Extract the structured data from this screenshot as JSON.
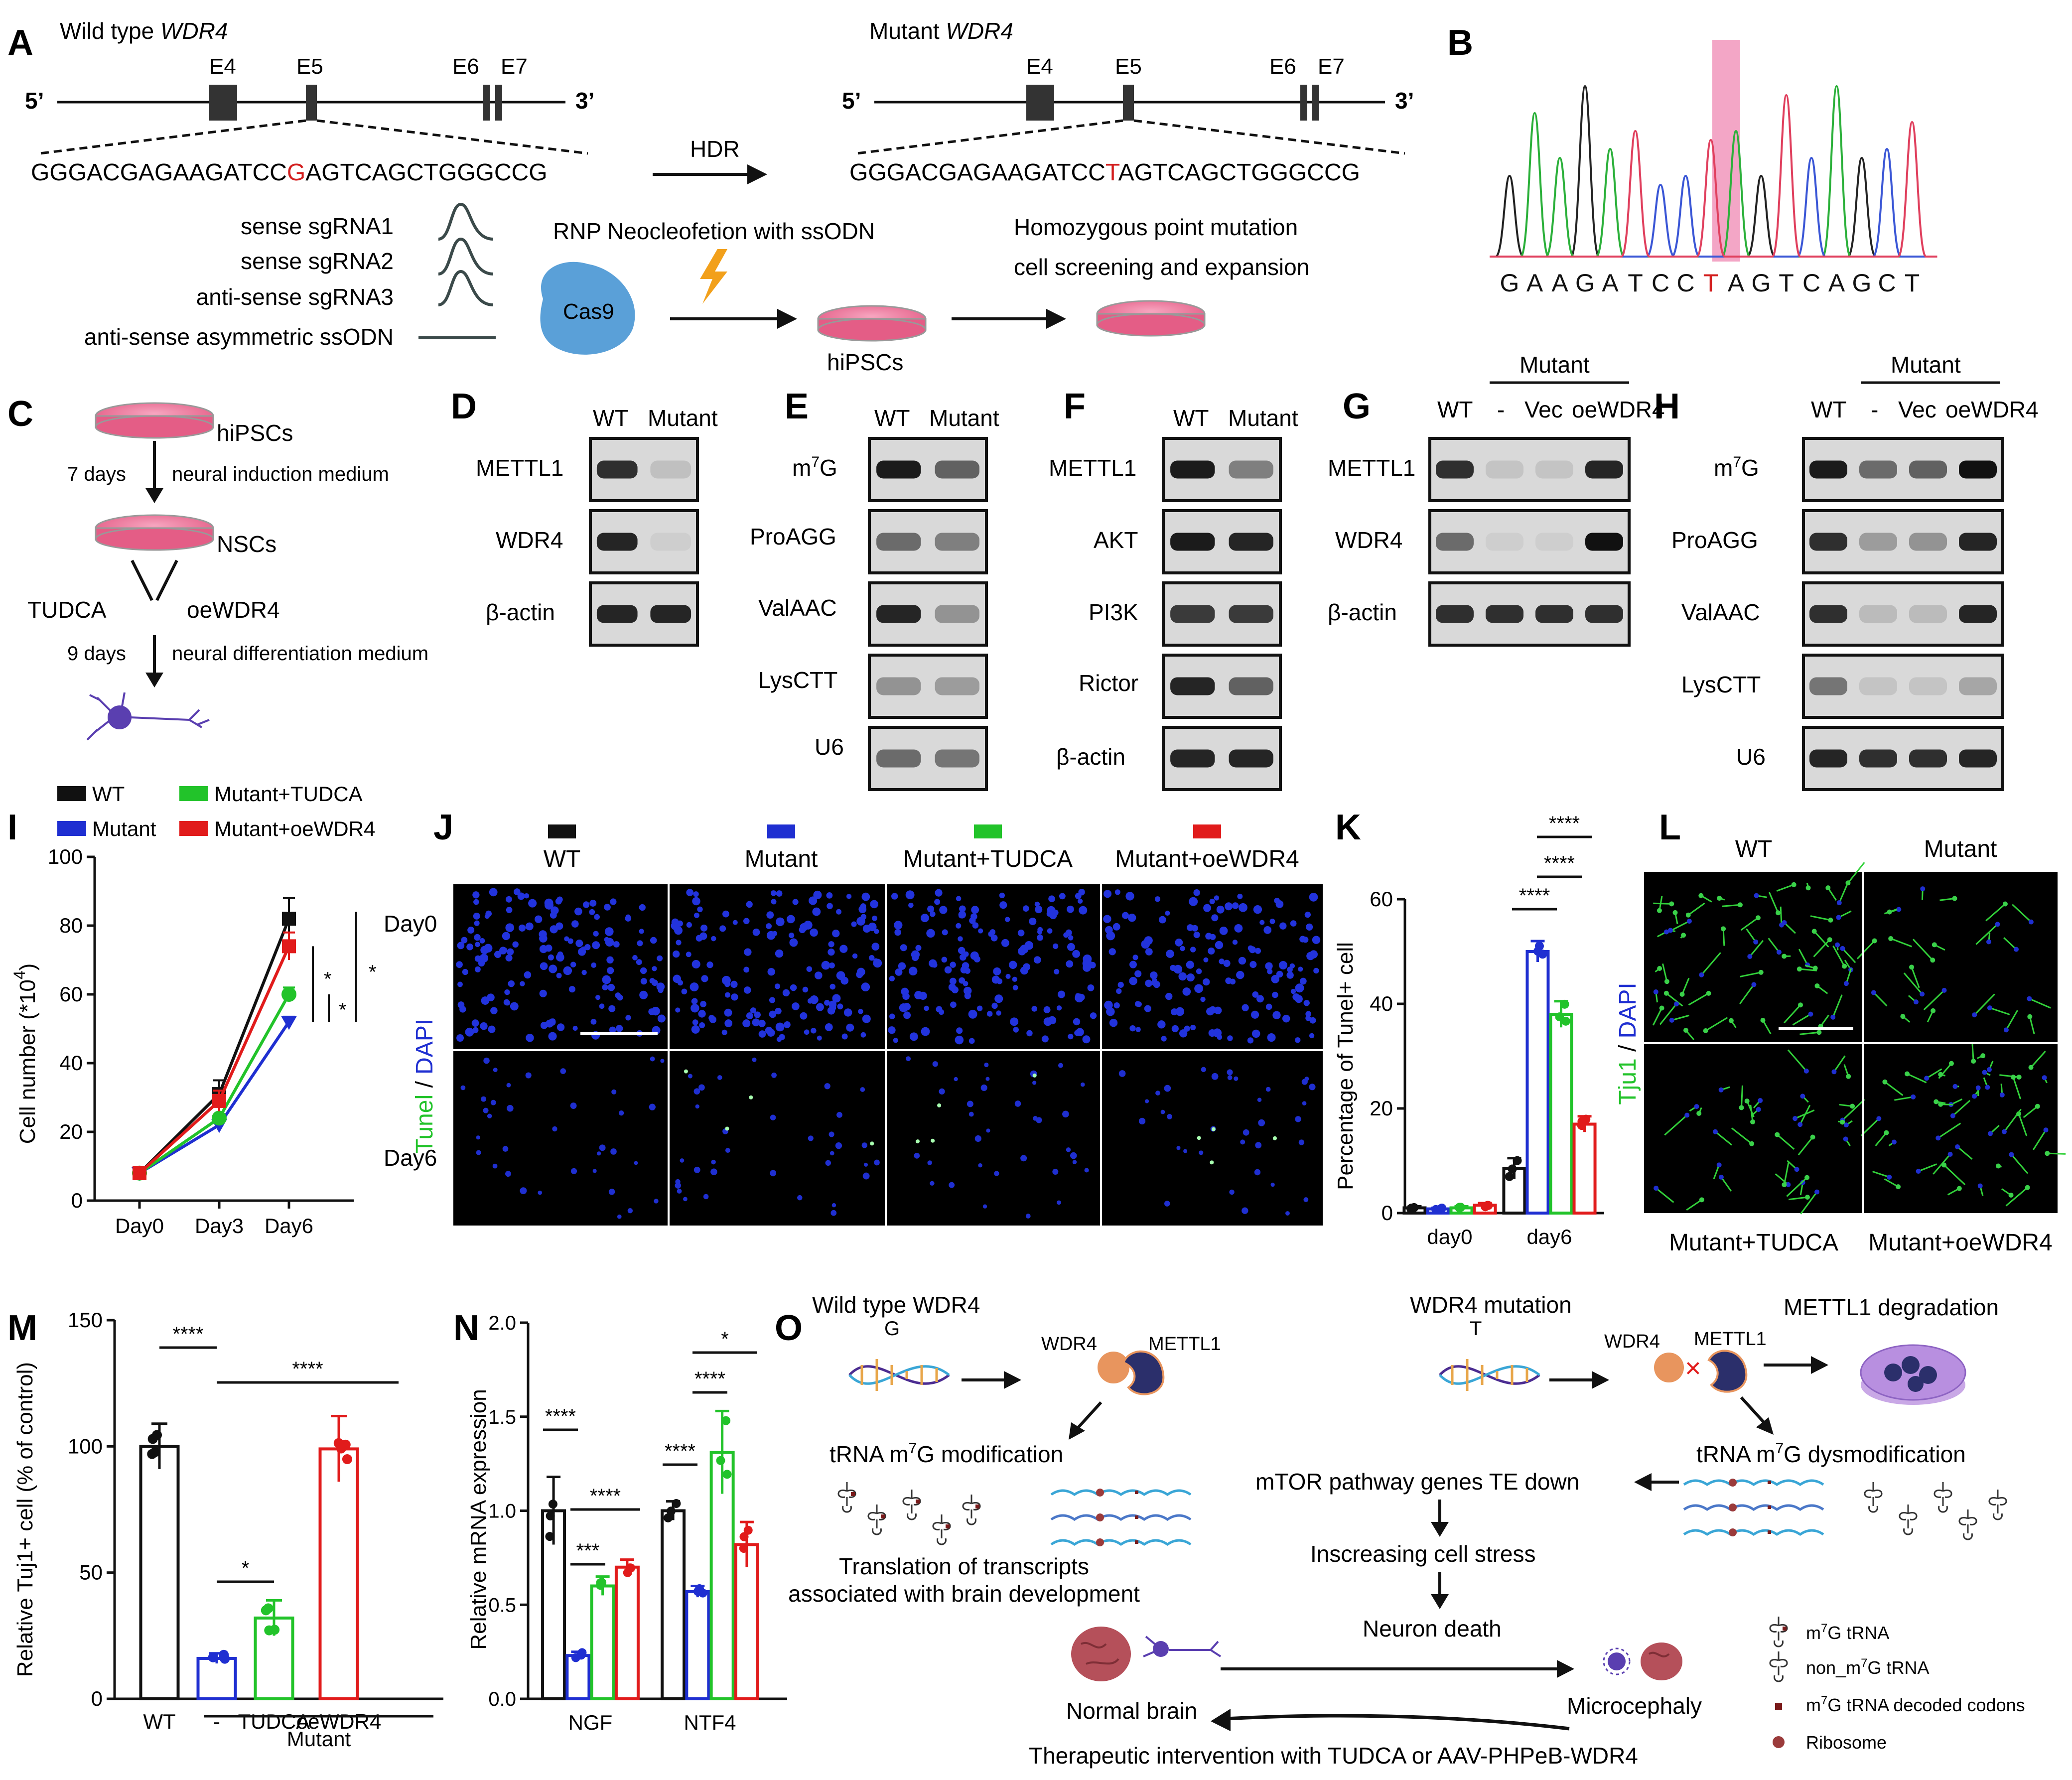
{
  "panels": {
    "A": {
      "letter": "A",
      "wt_title": "Wild type ",
      "wt_gene": "WDR4",
      "mut_title": "Mutant ",
      "mut_gene": "WDR4",
      "five": "5’",
      "three": "3’",
      "exons": [
        "E4",
        "E5",
        "E6",
        "E7"
      ],
      "wt_seq_pre": "GGGACGAGAAGATCC",
      "wt_seq_base": "G",
      "wt_seq_post": "AGTCAGCTGGGCCG",
      "mut_seq_pre": "GGGACGAGAAGATCC",
      "mut_seq_base": "T",
      "mut_seq_post": "AGTCAGCTGGGCCG",
      "hdr": "HDR",
      "guides": [
        "sense sgRNA1",
        "sense sgRNA2",
        "anti-sense sgRNA3",
        "anti-sense asymmetric ssODN"
      ],
      "cas9": "Cas9",
      "rnp": "RNP Neocleofetion with ssODN",
      "hipscs": "hiPSCs",
      "screen1": "Homozygous point mutation",
      "screen2": "cell screening and expansion"
    },
    "B": {
      "letter": "B",
      "bases": [
        "G",
        "A",
        "A",
        "G",
        "A",
        "T",
        "C",
        "C",
        "T",
        "A",
        "G",
        "T",
        "C",
        "A",
        "G",
        "C",
        "T"
      ],
      "highlight_index": 8
    },
    "C": {
      "letter": "C",
      "hipscs": "hiPSCs",
      "days7": "7 days",
      "medium1": "neural induction medium",
      "nscs": "NSCs",
      "tudca": "TUDCA",
      "oewdr4": "oeWDR4",
      "days9": "9 days",
      "medium2": "neural differentiation medium"
    },
    "D": {
      "letter": "D",
      "cols": [
        "WT",
        "Mutant"
      ],
      "rows": [
        "METTL1",
        "WDR4",
        "β-actin"
      ]
    },
    "E": {
      "letter": "E",
      "cols": [
        "WT",
        "Mutant"
      ],
      "rows": [
        "m",
        "ProAGG",
        "ValAAC",
        "LysCTT",
        "U6"
      ],
      "m7g_sup": "7",
      "m7g_tail": "G"
    },
    "F": {
      "letter": "F",
      "cols": [
        "WT",
        "Mutant"
      ],
      "rows": [
        "METTL1",
        "AKT",
        "PI3K",
        "Rictor",
        "β-actin"
      ]
    },
    "G": {
      "letter": "G",
      "group": "Mutant",
      "cols": [
        "WT",
        "-",
        "Vec",
        "oeWDR4"
      ],
      "rows": [
        "METTL1",
        "WDR4",
        "β-actin"
      ]
    },
    "H": {
      "letter": "H",
      "group": "Mutant",
      "cols": [
        "WT",
        "-",
        "Vec",
        "oeWDR4"
      ],
      "rows": [
        "m",
        "ProAGG",
        "ValAAC",
        "LysCTT",
        "U6"
      ],
      "m7g_sup": "7",
      "m7g_tail": "G"
    },
    "I": {
      "letter": "I",
      "ylabel": "Cell number (*10",
      "ylabel_sup": "4",
      "ylabel_end": ")",
      "sig": [
        "*",
        "*",
        "*"
      ]
    },
    "J": {
      "letter": "J",
      "cols": [
        "WT",
        "Mutant",
        "Mutant+TUDCA",
        "Mutant+oeWDR4"
      ],
      "rows": [
        "Day0",
        "Day6"
      ],
      "stain_a": "Tunel",
      "stain_sep": " / ",
      "stain_b": "DAPI"
    },
    "K": {
      "letter": "K",
      "ylabel": "Percentage of Tunel+ cell",
      "sig": [
        "****",
        "****",
        "****"
      ]
    },
    "L": {
      "letter": "L",
      "top": [
        "WT",
        "Mutant"
      ],
      "bottom": [
        "Mutant+TUDCA",
        "Mutant+oeWDR4"
      ],
      "stain_a": "Tju1",
      "stain_sep": " / ",
      "stain_b": "DAPI"
    },
    "M": {
      "letter": "M",
      "ylabel": "Relative Tuj1+ cell (% of control)",
      "group": "Mutant",
      "sig": [
        "****",
        "****",
        "*"
      ]
    },
    "N": {
      "letter": "N",
      "ylabel": "Relative mRNA  expression",
      "sig": [
        "****",
        "***",
        "****",
        "****",
        "****",
        "*"
      ]
    },
    "O": {
      "letter": "O",
      "wt_title": "Wild type WDR4",
      "wt_base": "G",
      "mut_title": "WDR4 mutation",
      "mut_base": "T",
      "wdr4": "WDR4",
      "mettl1": "METTL1",
      "degradation": "METTL1 degradation",
      "mod_pre": "tRNA m",
      "mod_sup": "7",
      "mod_post": "G modification",
      "dys_pre": "tRNA m",
      "dys_sup": "7",
      "dys_post": "G dysmodification",
      "translation1": "Translation of transcripts",
      "translation2": "associated with brain development",
      "mtor": "mTOR pathway genes TE down",
      "stress": "Inscreasing cell stress",
      "death": "Neuron death",
      "normal": "Normal brain",
      "micro": "Microcephaly",
      "therapy": "Therapeutic intervention with TUDCA or AAV-PHPeB-WDR4",
      "legend": [
        "m",
        "non_m",
        "m",
        "Ribosome"
      ],
      "legend_sup": "7",
      "legend_tails": [
        " tRNA",
        "G tRNA",
        "G tRNA decoded codons",
        ""
      ],
      "legend_mid": [
        "G",
        "7",
        "7",
        ""
      ]
    }
  },
  "colors": {
    "wt": "#111111",
    "mutant": "#1f2fd1",
    "tudca": "#22c32a",
    "oewdr4": "#e11b1b",
    "mutation": "#d31f1f",
    "highlight": "#f3a6c6"
  },
  "chart_data": [
    {
      "panel": "I",
      "type": "line",
      "x": [
        "Day0",
        "Day3",
        "Day6"
      ],
      "ylim": [
        0,
        100
      ],
      "yticks": [
        0,
        20,
        40,
        60,
        80,
        100
      ],
      "ylabel": "Cell number (*10 4)",
      "legend_placement": "top",
      "series": [
        {
          "name": "WT",
          "values": [
            8,
            31,
            82
          ],
          "errors": [
            1,
            4,
            6
          ]
        },
        {
          "name": "Mutant",
          "values": [
            8,
            22,
            52
          ],
          "errors": [
            1,
            1,
            1.5
          ]
        },
        {
          "name": "Mutant+TUDCA",
          "values": [
            8,
            24,
            60
          ],
          "errors": [
            1,
            1,
            2
          ]
        },
        {
          "name": "Mutant+oeWDR4",
          "values": [
            8,
            29,
            74
          ],
          "errors": [
            1,
            3,
            4
          ]
        }
      ]
    },
    {
      "panel": "K",
      "type": "bar",
      "categories": [
        "day0",
        "day6"
      ],
      "ylim": [
        0,
        60
      ],
      "yticks": [
        0,
        20,
        40,
        60
      ],
      "ylabel": "Percentage of Tunel+ cell",
      "series": [
        {
          "name": "WT",
          "values": [
            1,
            8.5
          ],
          "errors": [
            0.3,
            2
          ]
        },
        {
          "name": "Mutant",
          "values": [
            0.8,
            50
          ],
          "errors": [
            0.2,
            2
          ]
        },
        {
          "name": "Mutant+TUDCA",
          "values": [
            1,
            38
          ],
          "errors": [
            0.3,
            2.5
          ]
        },
        {
          "name": "Mutant+oeWDR4",
          "values": [
            1.5,
            17
          ],
          "errors": [
            0.4,
            1.5
          ]
        }
      ]
    },
    {
      "panel": "M",
      "type": "bar",
      "categories": [
        "WT",
        "-",
        "TUDCA",
        "oeWDR4"
      ],
      "values": [
        100,
        16,
        32,
        99
      ],
      "errors": [
        9,
        2,
        7,
        13
      ],
      "ylim": [
        0,
        150
      ],
      "yticks": [
        0,
        50,
        100,
        150
      ],
      "ylabel": "Relative Tuj1+ cell (% of control)"
    },
    {
      "panel": "N",
      "type": "bar",
      "categories": [
        "NGF",
        "NTF4"
      ],
      "ylim": [
        0,
        2.0
      ],
      "yticks": [
        "0.0",
        "0.5",
        "1.0",
        "1.5",
        "2.0"
      ],
      "ylabel": "Relative mRNA  expression",
      "series": [
        {
          "name": "WT",
          "values": [
            1.0,
            1.0
          ],
          "errors": [
            0.18,
            0.05
          ]
        },
        {
          "name": "Mutant",
          "values": [
            0.23,
            0.57
          ],
          "errors": [
            0.02,
            0.03
          ]
        },
        {
          "name": "Mutant+TUDCA",
          "values": [
            0.6,
            1.31
          ],
          "errors": [
            0.05,
            0.22
          ]
        },
        {
          "name": "Mutant+oeWDR4",
          "values": [
            0.7,
            0.82
          ],
          "errors": [
            0.04,
            0.12
          ]
        }
      ]
    }
  ]
}
